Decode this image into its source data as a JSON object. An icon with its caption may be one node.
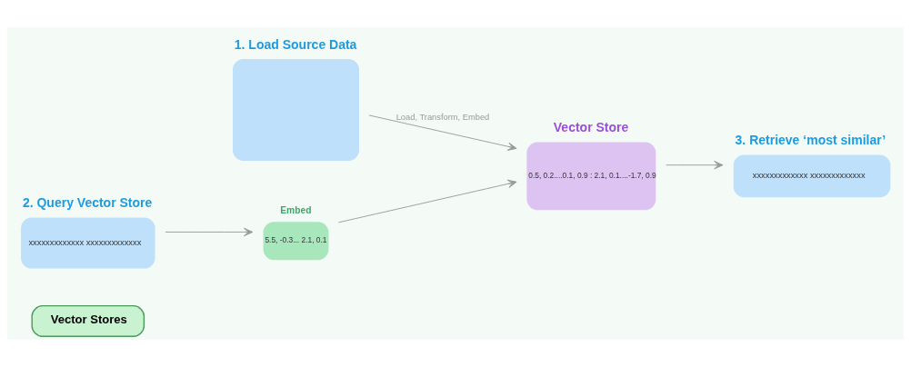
{
  "diagram": {
    "nodes": [
      {
        "text": [
          "Vector Stores"
        ]
      },
      {
        "text": [
          "1. Load Source Data"
        ]
      },
      {
        "text": [
          "Vector Store",
          "0.5, 0.2....0.1, 0.9 : 2.1, 0.1....-1.7, 0.9"
        ]
      },
      {
        "text": [
          "Embed",
          "5.5, -0.3... 2.1, 0.1"
        ]
      },
      {
        "text": [
          "2. Query Vector Store",
          "xxxxxxxxxxxxx xxxxxxxxxxxxx"
        ]
      },
      {
        "text": [
          "3. Retrieve ‘most similar’",
          "xxxxxxxxxxxxx xxxxxxxxxxxxx"
        ]
      }
    ],
    "edges": [
      {
        "from": 1,
        "to": 2,
        "arrow": "to",
        "label": "Load, Transform, Embed"
      },
      {
        "from": 4,
        "to": 3,
        "arrow": "to"
      },
      {
        "from": 3,
        "to": 2,
        "arrow": "to"
      },
      {
        "from": 2,
        "to": 5,
        "arrow": "to"
      }
    ]
  }
}
